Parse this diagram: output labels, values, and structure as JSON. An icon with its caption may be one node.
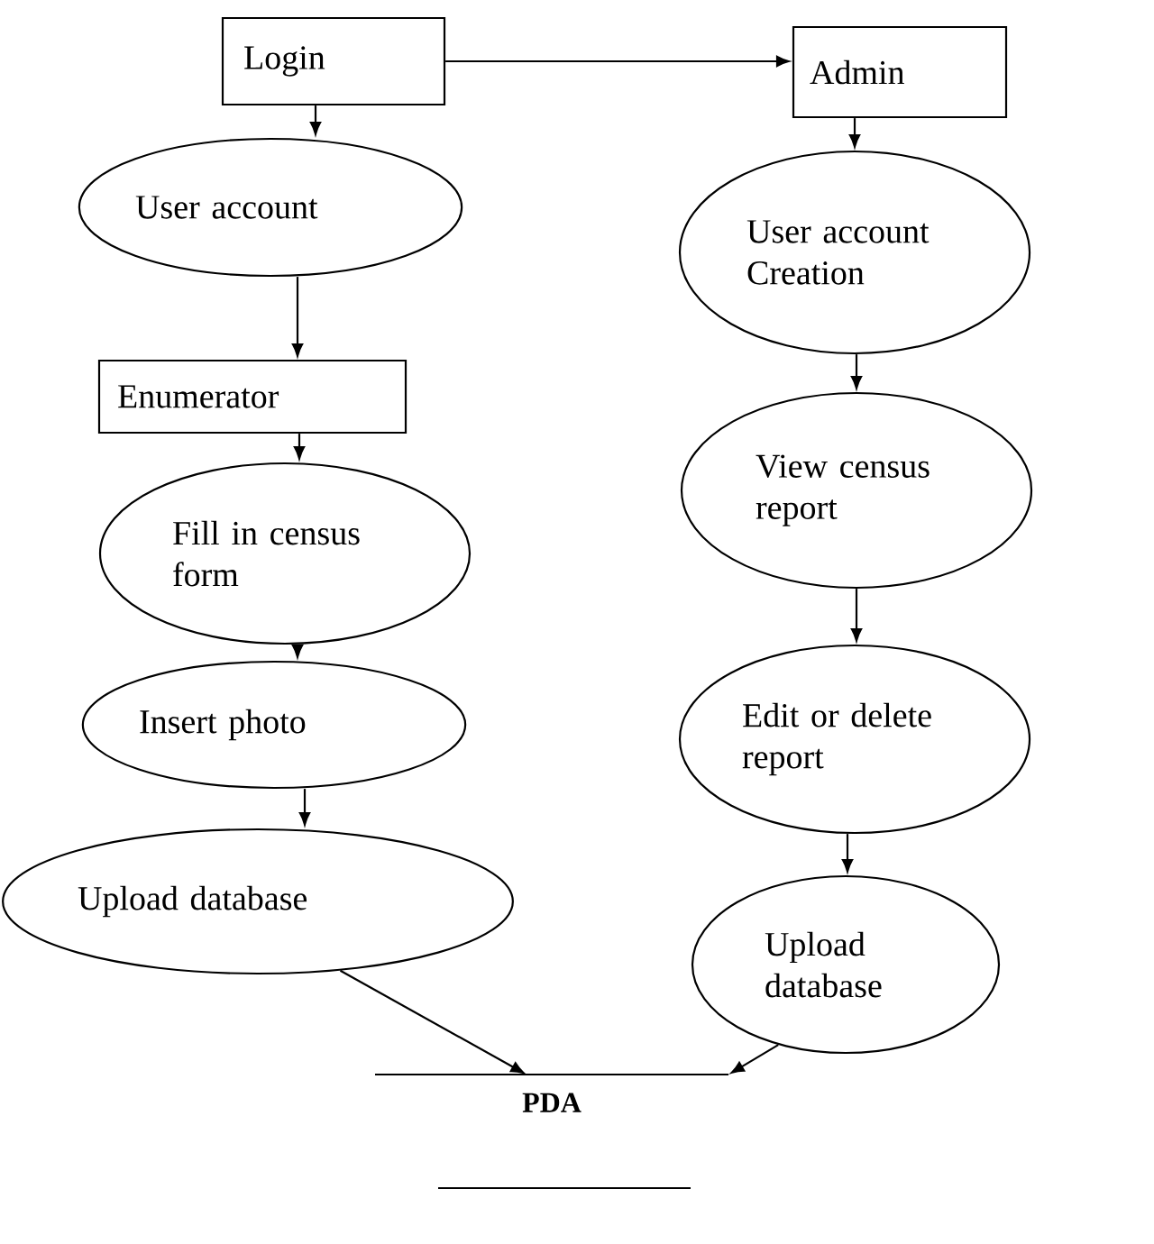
{
  "diagram": {
    "nodes": [
      {
        "text": [
          "Login"
        ]
      },
      {
        "text": [
          "Admin"
        ]
      },
      {
        "text": [
          "User account"
        ]
      },
      {
        "text": [
          "User account Creation"
        ]
      },
      {
        "text": [
          "Enumerator"
        ]
      },
      {
        "text": [
          "Fill in census form"
        ]
      },
      {
        "text": [
          "View census report"
        ]
      },
      {
        "text": [
          "Insert photo"
        ]
      },
      {
        "text": [
          "Edit or delete report"
        ]
      },
      {
        "text": [
          "Upload database"
        ]
      },
      {
        "text": [
          "Upload database"
        ]
      },
      {
        "text": [
          "PDA"
        ]
      }
    ],
    "edges": [
      {
        "from": 0,
        "to": 2,
        "arrow": "to"
      },
      {
        "from": 0,
        "to": 1,
        "arrow": "to"
      },
      {
        "from": 1,
        "to": 3,
        "arrow": "to"
      },
      {
        "from": 2,
        "to": 4,
        "arrow": "to"
      },
      {
        "from": 4,
        "to": 5,
        "arrow": "to"
      },
      {
        "from": 5,
        "to": 7,
        "arrow": "to"
      },
      {
        "from": 7,
        "to": 9,
        "arrow": "to"
      },
      {
        "from": 3,
        "to": 6,
        "arrow": "to"
      },
      {
        "from": 6,
        "to": 8,
        "arrow": "to"
      },
      {
        "from": 8,
        "to": 10,
        "arrow": "to"
      },
      {
        "from": 9,
        "to": 11,
        "arrow": "to"
      },
      {
        "from": 10,
        "to": 11,
        "arrow": "to"
      }
    ]
  }
}
